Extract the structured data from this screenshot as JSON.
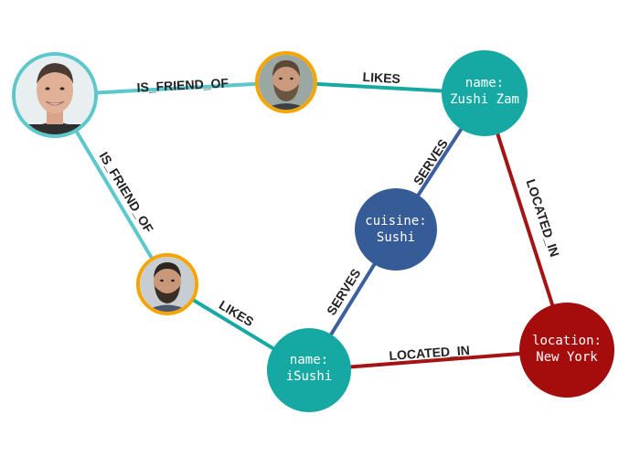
{
  "colors": {
    "friend_edge": "#5cc8cc",
    "likes_edge": "#16a8a3",
    "serves_edge": "#3d5f9e",
    "located_edge": "#a51414",
    "restaurant_node": "#16a8a3",
    "cuisine_node": "#365c98",
    "location_node": "#a50c0c",
    "person_ring_main": "#5cc8cc",
    "person_ring_friend": "#f5a400"
  },
  "nodes": {
    "person_main": {
      "icon": "smiling-man-photo"
    },
    "person_top": {
      "icon": "bearded-man-photo"
    },
    "person_bottom": {
      "icon": "bearded-man-photo"
    },
    "zushi_zam": {
      "line1": "name:",
      "line2": "Zushi Zam"
    },
    "cuisine": {
      "line1": "cuisine:",
      "line2": "Sushi"
    },
    "isushi": {
      "line1": "name:",
      "line2": "iSushi"
    },
    "location": {
      "line1": "location:",
      "line2": "New York"
    }
  },
  "edges": {
    "friend_top": "IS_FRIEND_OF",
    "friend_left": "IS_FRIEND_OF",
    "likes_top": "LIKES",
    "likes_bottom": "LIKES",
    "serves_top": "SERVES",
    "serves_bottom": "SERVES",
    "located_right": "LOCATED_IN",
    "located_bottom": "LOCATED_IN"
  }
}
